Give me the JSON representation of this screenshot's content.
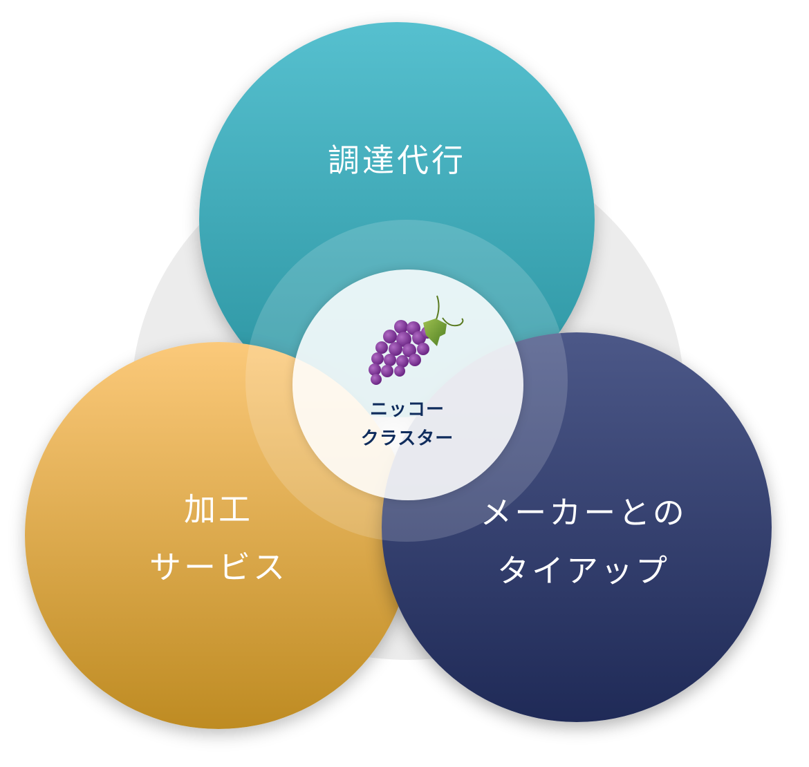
{
  "circles": {
    "top": {
      "line1": "調達代行"
    },
    "left": {
      "line1": "加工",
      "line2": "サービス"
    },
    "right": {
      "line1": "メーカーとの",
      "line2": "タイアップ"
    }
  },
  "center": {
    "icon": "grape-icon",
    "line1": "ニッコー",
    "line2": "クラスター"
  },
  "colors": {
    "teal": "#3aa8b6",
    "gold": "#dba94a",
    "navy": "#333f6e",
    "center_text": "#0f2c5c"
  }
}
